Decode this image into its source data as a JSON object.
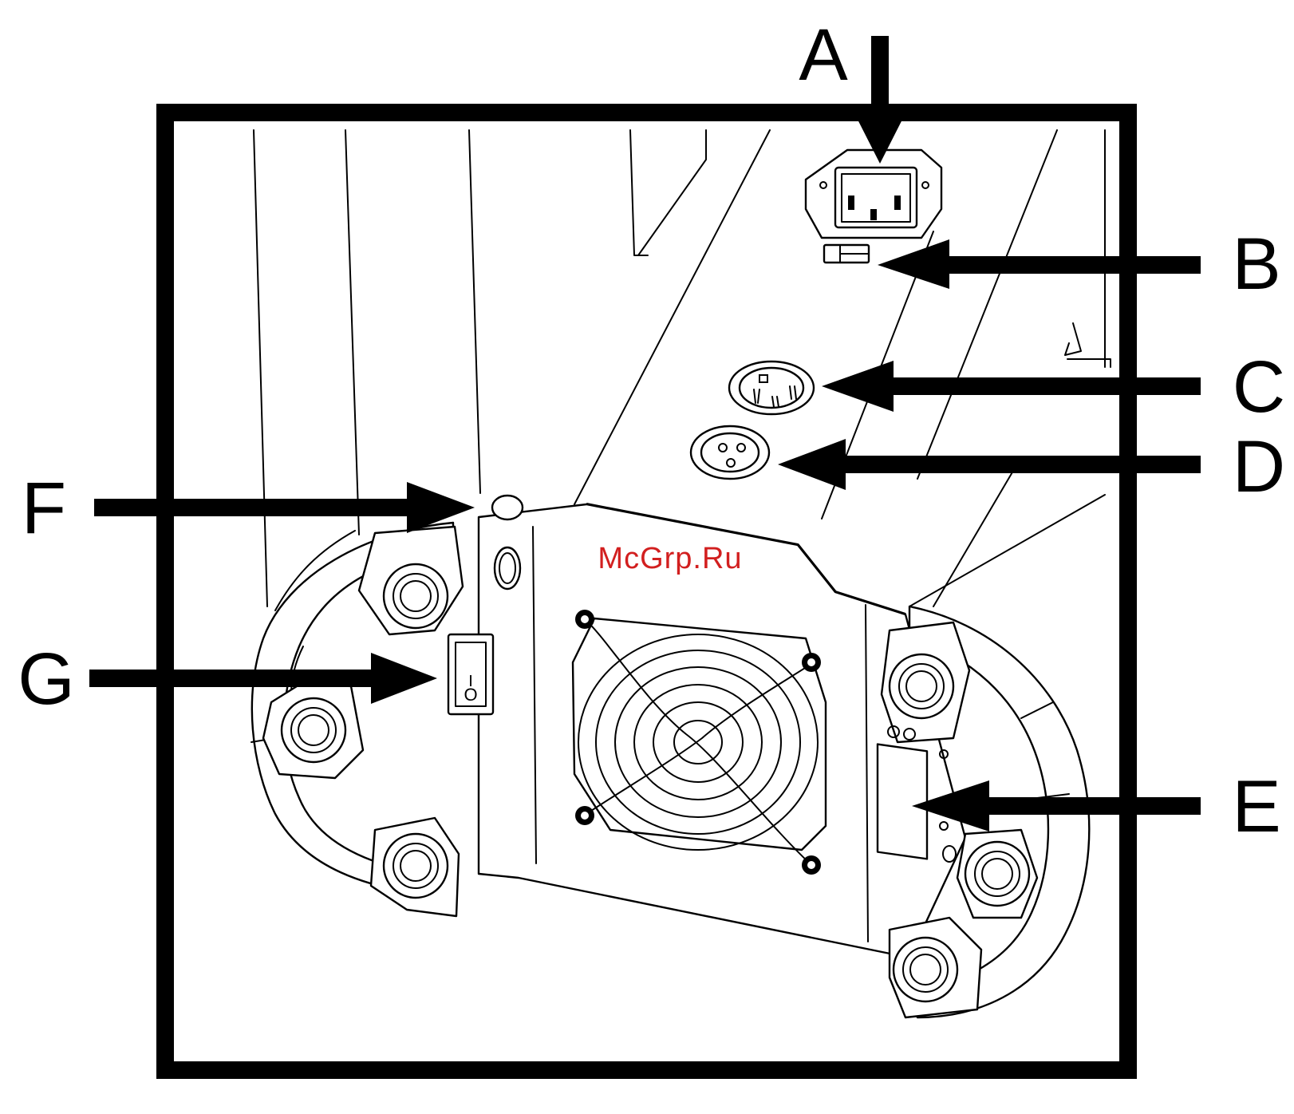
{
  "callouts": {
    "a": "A",
    "b": "B",
    "c": "C",
    "d": "D",
    "e": "E",
    "f": "F",
    "g": "G"
  },
  "switch": {
    "on_mark": "I",
    "off_mark": "O"
  },
  "watermark": "McGrp.Ru",
  "colors": {
    "ink": "#000000",
    "paper": "#ffffff",
    "watermark": "#d21f1f"
  }
}
